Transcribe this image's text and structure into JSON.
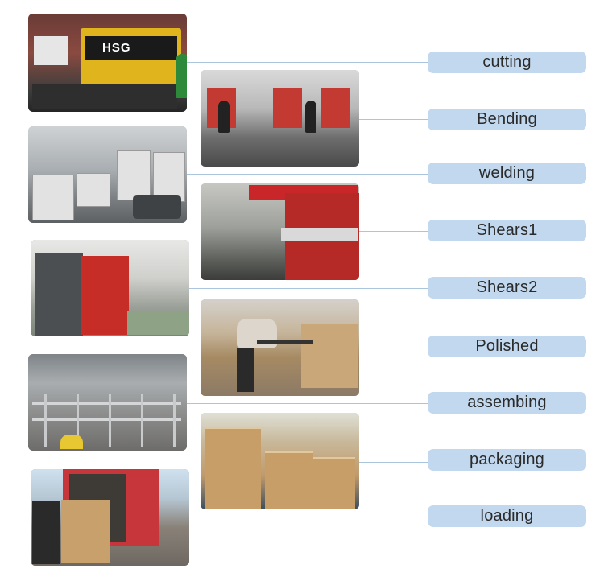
{
  "steps": [
    {
      "label": "cutting"
    },
    {
      "label": "Bending"
    },
    {
      "label": "welding"
    },
    {
      "label": "Shears1"
    },
    {
      "label": "Shears2"
    },
    {
      "label": "Polished"
    },
    {
      "label": "assembing"
    },
    {
      "label": "packaging"
    },
    {
      "label": "loading"
    }
  ],
  "photo_text": {
    "machine_brand": "HSG"
  },
  "colors": {
    "pill_background": "#c2d8ee",
    "connector_line": "#a9c6de",
    "label_text": "#2a2a2a"
  }
}
